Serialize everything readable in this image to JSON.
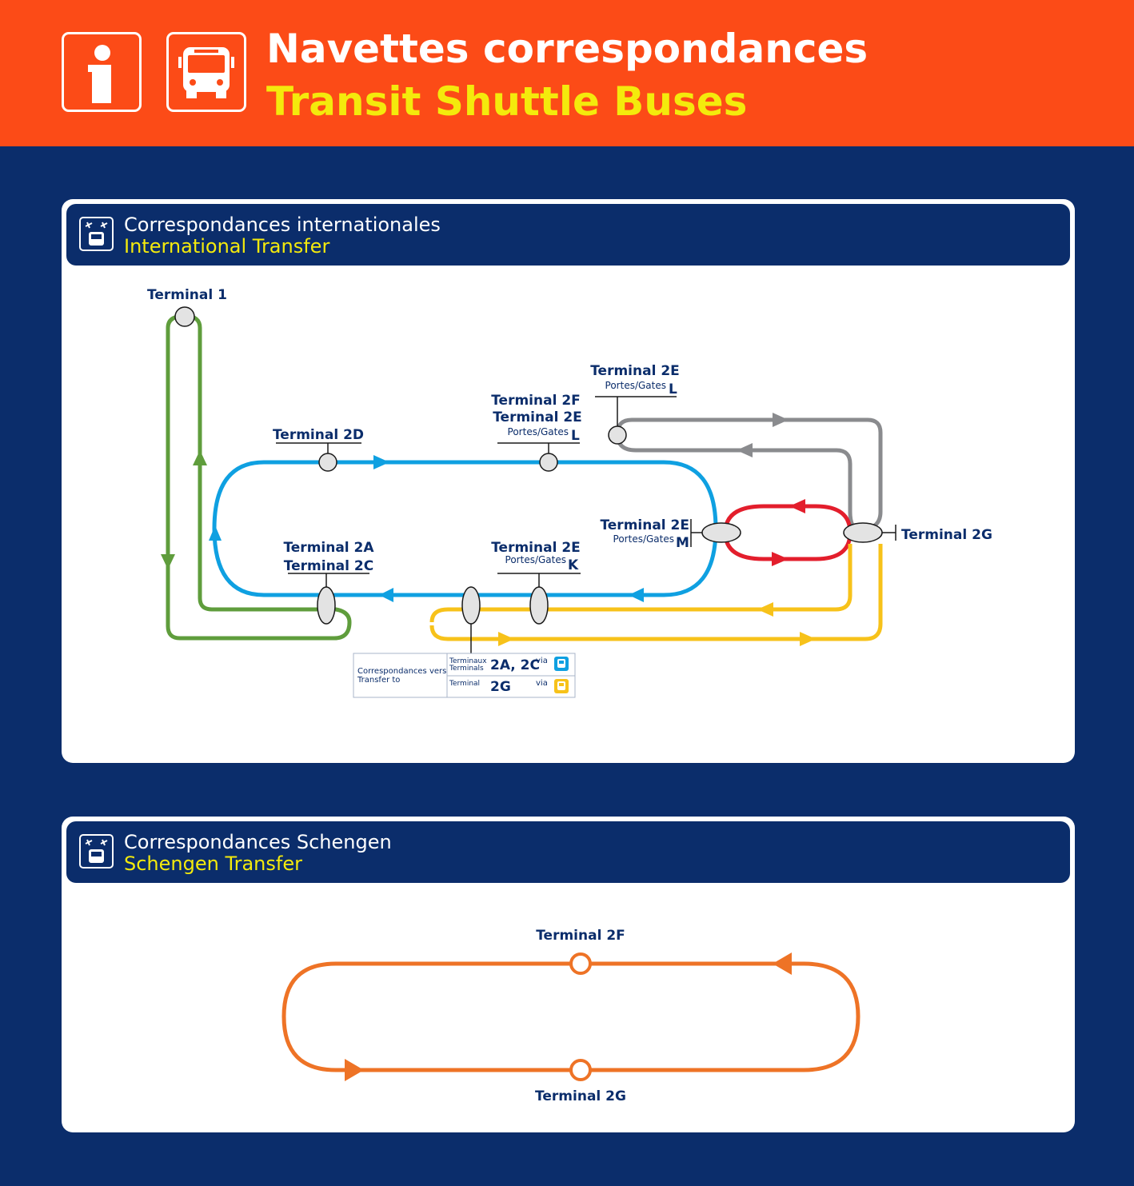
{
  "header": {
    "title_fr": "Navettes correspondances",
    "title_en": "Transit Shuttle Buses",
    "info_icon": "info-icon",
    "bus_icon": "bus-icon"
  },
  "colors": {
    "header_bg": "#fc4b17",
    "page_bg": "#0b2d6b",
    "subtitle_yellow": "#f4ea0c",
    "line_green": "#5f9d3c",
    "line_blue": "#0fa0e1",
    "line_gray": "#8a8b8e",
    "line_red": "#e31e2c",
    "line_yellow": "#f7c21a",
    "line_orange": "#ee7326"
  },
  "international": {
    "title_fr": "Correspondances internationales",
    "title_en": "International Transfer",
    "stops": {
      "t1": "Terminal 1",
      "t2d": "Terminal 2D",
      "t2f_a": "Terminal 2F",
      "t2f_b": "Terminal 2E",
      "t2f_gates_label": "Portes/Gates",
      "t2f_gates": "L",
      "t2e_top": "Terminal 2E",
      "t2e_top_gates_label": "Portes/Gates",
      "t2e_top_gates": "L",
      "t2e_m": "Terminal 2E",
      "t2e_m_gates_label": "Portes/Gates",
      "t2e_m_gates": "M",
      "t2g": "Terminal 2G",
      "t2a": "Terminal 2A",
      "t2c": "Terminal 2C",
      "t2e_k": "Terminal 2E",
      "t2e_k_gates_label": "Portes/Gates",
      "t2e_k_gates": "K"
    },
    "transfer_box": {
      "label_fr": "Correspondances vers",
      "label_en": "Transfer to",
      "row1_label_fr": "Terminaux",
      "row1_label_en": "Terminals",
      "row1_value": "2A, 2C",
      "row1_via": "via",
      "row2_label": "Terminal",
      "row2_value": "2G",
      "row2_via": "via"
    }
  },
  "schengen": {
    "title_fr": "Correspondances Schengen",
    "title_en": "Schengen Transfer",
    "stop_top": "Terminal 2F",
    "stop_bottom": "Terminal 2G"
  }
}
